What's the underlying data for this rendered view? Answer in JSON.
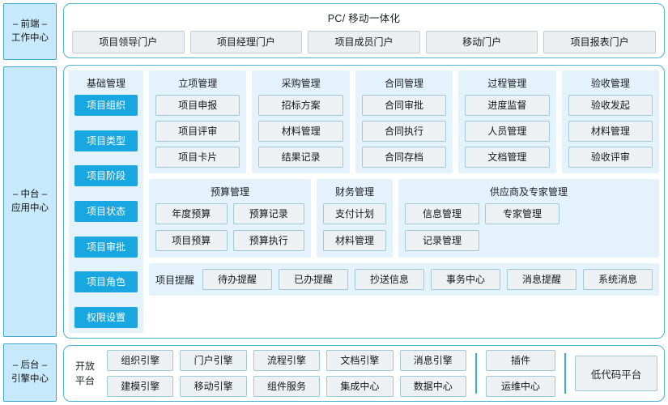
{
  "sidebar": {
    "items": [
      {
        "line1": "– 前端 –",
        "line2": "工作中心"
      },
      {
        "line1": "– 中台 –",
        "line2": "应用中心"
      },
      {
        "line1": "– 后台 –",
        "line2": "引擎中心"
      }
    ]
  },
  "top": {
    "title": "PC/ 移动一体化",
    "portals": [
      "项目领导门户",
      "项目经理门户",
      "项目成员门户",
      "移动门户",
      "项目报表门户"
    ]
  },
  "basic": {
    "title": "基础管理",
    "items": [
      "项目组织",
      "项目类型",
      "项目阶段",
      "项目状态",
      "项目审批",
      "项目角色",
      "权限设置"
    ]
  },
  "groups_row1": [
    {
      "title": "立项管理",
      "items": [
        "项目申报",
        "项目评审",
        "项目卡片"
      ]
    },
    {
      "title": "采购管理",
      "items": [
        "招标方案",
        "材料管理",
        "结果记录"
      ]
    },
    {
      "title": "合同管理",
      "items": [
        "合同审批",
        "合同执行",
        "合同存档"
      ]
    },
    {
      "title": "过程管理",
      "items": [
        "进度监督",
        "人员管理",
        "文档管理"
      ]
    },
    {
      "title": "验收管理",
      "items": [
        "验收发起",
        "材料管理",
        "验收评审"
      ]
    }
  ],
  "budget": {
    "title": "预算管理",
    "items": [
      "年度预算",
      "预算记录",
      "项目预算",
      "预算执行"
    ]
  },
  "finance": {
    "title": "财务管理",
    "items": [
      "支付计划",
      "材料管理"
    ]
  },
  "supplier": {
    "title": "供应商及专家管理",
    "items": [
      "信息管理",
      "专家管理",
      "记录管理"
    ]
  },
  "reminder": {
    "label": "项目提醒",
    "items": [
      "待办提醒",
      "已办提醒",
      "抄送信息",
      "事务中心",
      "消息提醒",
      "系统消息"
    ]
  },
  "platform": {
    "label_line1": "开放",
    "label_line2": "平台",
    "engines": [
      "组织引擎",
      "门户引擎",
      "流程引擎",
      "文档引擎",
      "消息引擎",
      "建模引擎",
      "移动引擎",
      "组件服务",
      "集成中心",
      "数据中心"
    ],
    "plugins": [
      "插件",
      "运维中心"
    ],
    "lowcode": "低代码平台"
  },
  "colors": {
    "accent_blue": "#18a7e0",
    "panel_border": "#4fb3cf",
    "sidebar_fill": "#c8e8fb",
    "group_fill": "#e3f2fb",
    "chip_fill": "#eceff1"
  }
}
